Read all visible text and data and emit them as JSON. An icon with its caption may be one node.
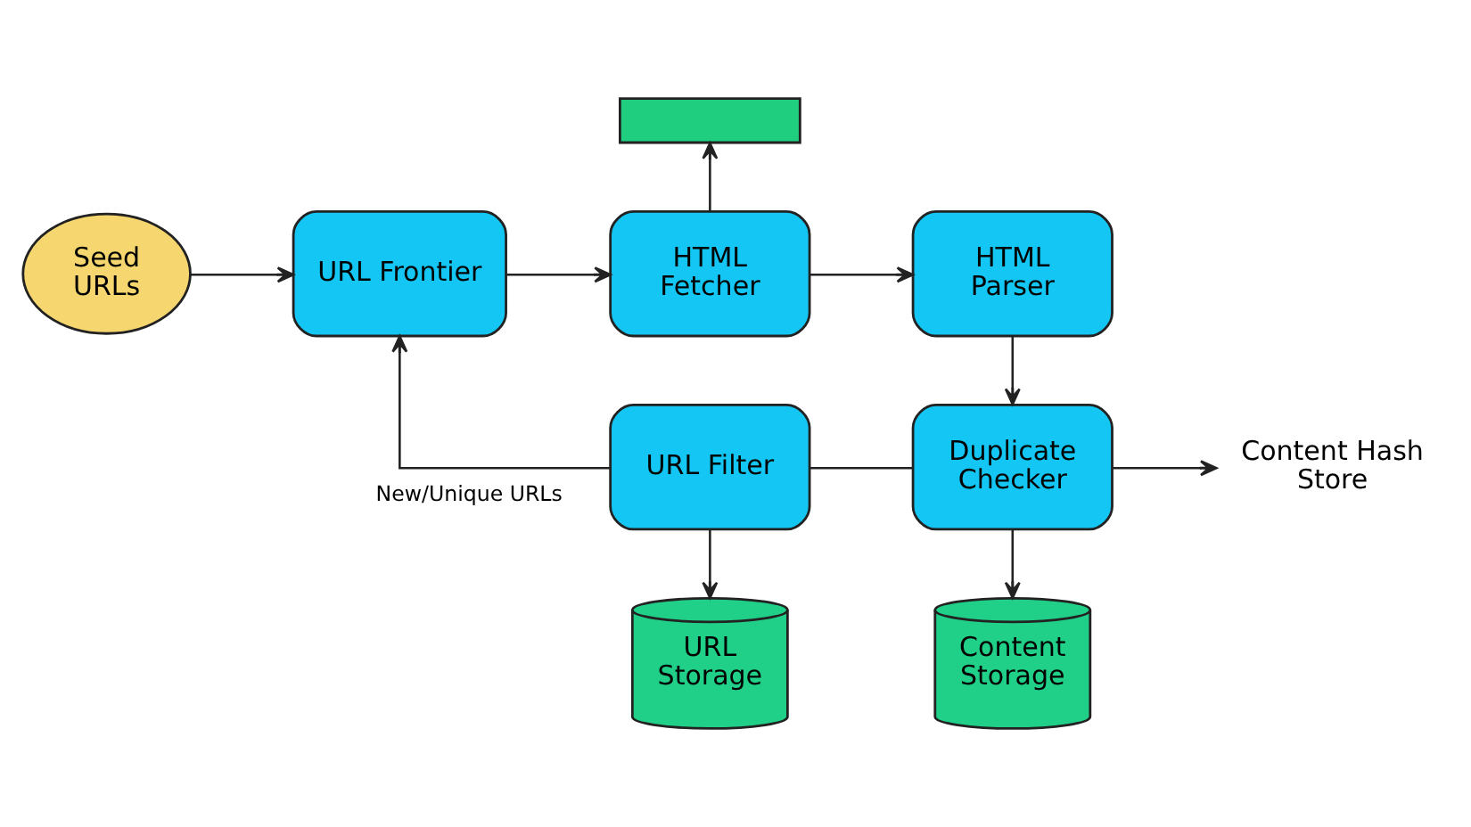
{
  "diagram": {
    "nodes": [
      {
        "text": [],
        "shape": "box"
      },
      {
        "text": [
          "Seed URLs"
        ]
      },
      {
        "text": [
          "URL Frontier"
        ]
      },
      {
        "text": [
          "HTML Fetcher"
        ]
      },
      {
        "text": [
          "HTML Parser"
        ]
      },
      {
        "text": [
          "Content Hash Store"
        ]
      },
      {
        "text": [
          "URL Filter"
        ]
      },
      {
        "text": [
          "Duplicate Checker"
        ]
      },
      {
        "text": [
          "URL Storage"
        ]
      },
      {
        "text": [
          "Content Storage"
        ]
      }
    ],
    "edges": [
      {
        "from": 1,
        "to": 2,
        "arrow": "to"
      },
      {
        "from": 2,
        "to": 3,
        "arrow": "to"
      },
      {
        "from": 3,
        "to": 0,
        "arrow": "to"
      },
      {
        "from": 3,
        "to": 4,
        "arrow": "to"
      },
      {
        "from": 4,
        "to": 7,
        "arrow": "to"
      },
      {
        "from": 7,
        "to": 5,
        "arrow": "to"
      },
      {
        "from": 6,
        "to": 7,
        "arrow": "none"
      },
      {
        "from": 6,
        "to": 2,
        "arrow": "to",
        "label": "New/Unique URLs"
      },
      {
        "from": 6,
        "to": 8,
        "arrow": "to"
      },
      {
        "from": 7,
        "to": 9,
        "arrow": "to"
      }
    ]
  }
}
